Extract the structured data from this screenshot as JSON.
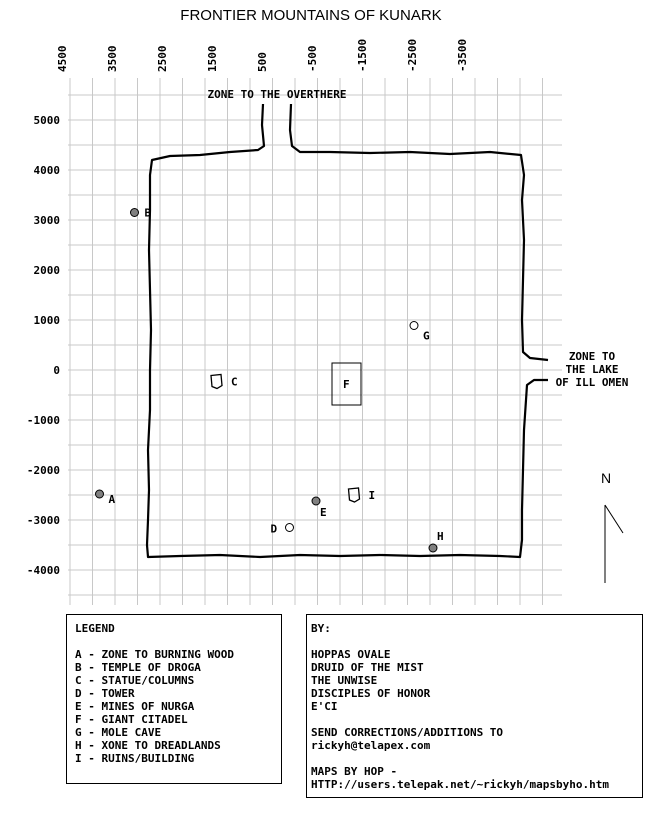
{
  "title": "FRONTIER MOUNTAINS OF KUNARK",
  "x_ticks": [
    "4500",
    "3500",
    "2500",
    "1500",
    "500",
    "-500",
    "-1500",
    "-2500",
    "-3500"
  ],
  "y_ticks": [
    "5000",
    "4000",
    "3000",
    "2000",
    "1000",
    "0",
    "-1000",
    "-2000",
    "-3000",
    "-4000"
  ],
  "zone_labels": {
    "north": "ZONE TO THE OVERTHERE",
    "east": [
      "ZONE TO",
      "THE LAKE",
      "OF ILL OMEN"
    ]
  },
  "markers": [
    {
      "letter": "A",
      "x": 3750,
      "y": -2480,
      "style": "filled"
    },
    {
      "letter": "B",
      "x": 3050,
      "y": 3150,
      "style": "filled"
    },
    {
      "letter": "C",
      "x": 1400,
      "y": -230,
      "style": "outline-shape"
    },
    {
      "letter": "D",
      "x": -50,
      "y": -3150,
      "style": "open"
    },
    {
      "letter": "E",
      "x": -580,
      "y": -2620,
      "style": "filled"
    },
    {
      "letter": "F",
      "x": -1200,
      "y": -280,
      "style": "box"
    },
    {
      "letter": "G",
      "x": -2540,
      "y": 890,
      "style": "open"
    },
    {
      "letter": "H",
      "x": -2920,
      "y": -3560,
      "style": "filled"
    },
    {
      "letter": "I",
      "x": -1350,
      "y": -2500,
      "style": "outline-shape"
    }
  ],
  "compass": "N",
  "legend": {
    "heading": "LEGEND",
    "items": [
      "A - ZONE TO BURNING WOOD",
      "B - TEMPLE OF DROGA",
      "C - STATUE/COLUMNS",
      "D - TOWER",
      "E - MINES OF NURGA",
      "F - GIANT CITADEL",
      "G - MOLE CAVE",
      "H - XONE TO DREADLANDS",
      "I - RUINS/BUILDING"
    ]
  },
  "credits": {
    "heading": "BY:",
    "names": [
      "HOPPAS OVALE",
      "DRUID OF THE MIST",
      "THE UNWISE",
      "DISCIPLES OF HONOR",
      "E'CI"
    ],
    "corrections_line": "SEND CORRECTIONS/ADDITIONS TO",
    "email": "rickyh@telapex.com",
    "maps_by": "MAPS BY HOP -",
    "url": "HTTP://users.telepak.net/~rickyh/mapsbyho.htm"
  }
}
